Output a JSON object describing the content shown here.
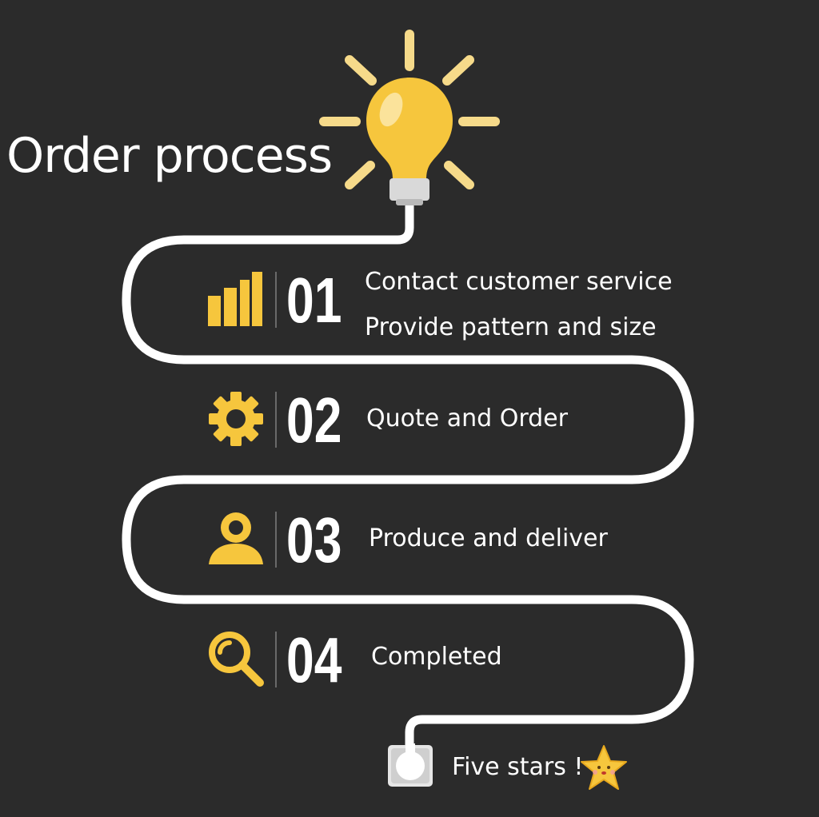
{
  "title": "Order process",
  "accent_color": "#f6c63d",
  "path_color": "#ffffff",
  "background_color": "#2b2b2b",
  "steps": [
    {
      "number": "01",
      "icon": "bar-chart-icon",
      "lines": [
        "Contact customer service",
        "Provide pattern and size"
      ]
    },
    {
      "number": "02",
      "icon": "gear-icon",
      "lines": [
        "Quote and Order"
      ]
    },
    {
      "number": "03",
      "icon": "user-icon",
      "lines": [
        "Produce and deliver"
      ]
    },
    {
      "number": "04",
      "icon": "search-icon",
      "lines": [
        "Completed"
      ]
    }
  ],
  "finish": {
    "label": "Five stars !",
    "icon": "star-icon",
    "plug_icon": "socket-icon"
  },
  "header_icon": "lightbulb-icon"
}
